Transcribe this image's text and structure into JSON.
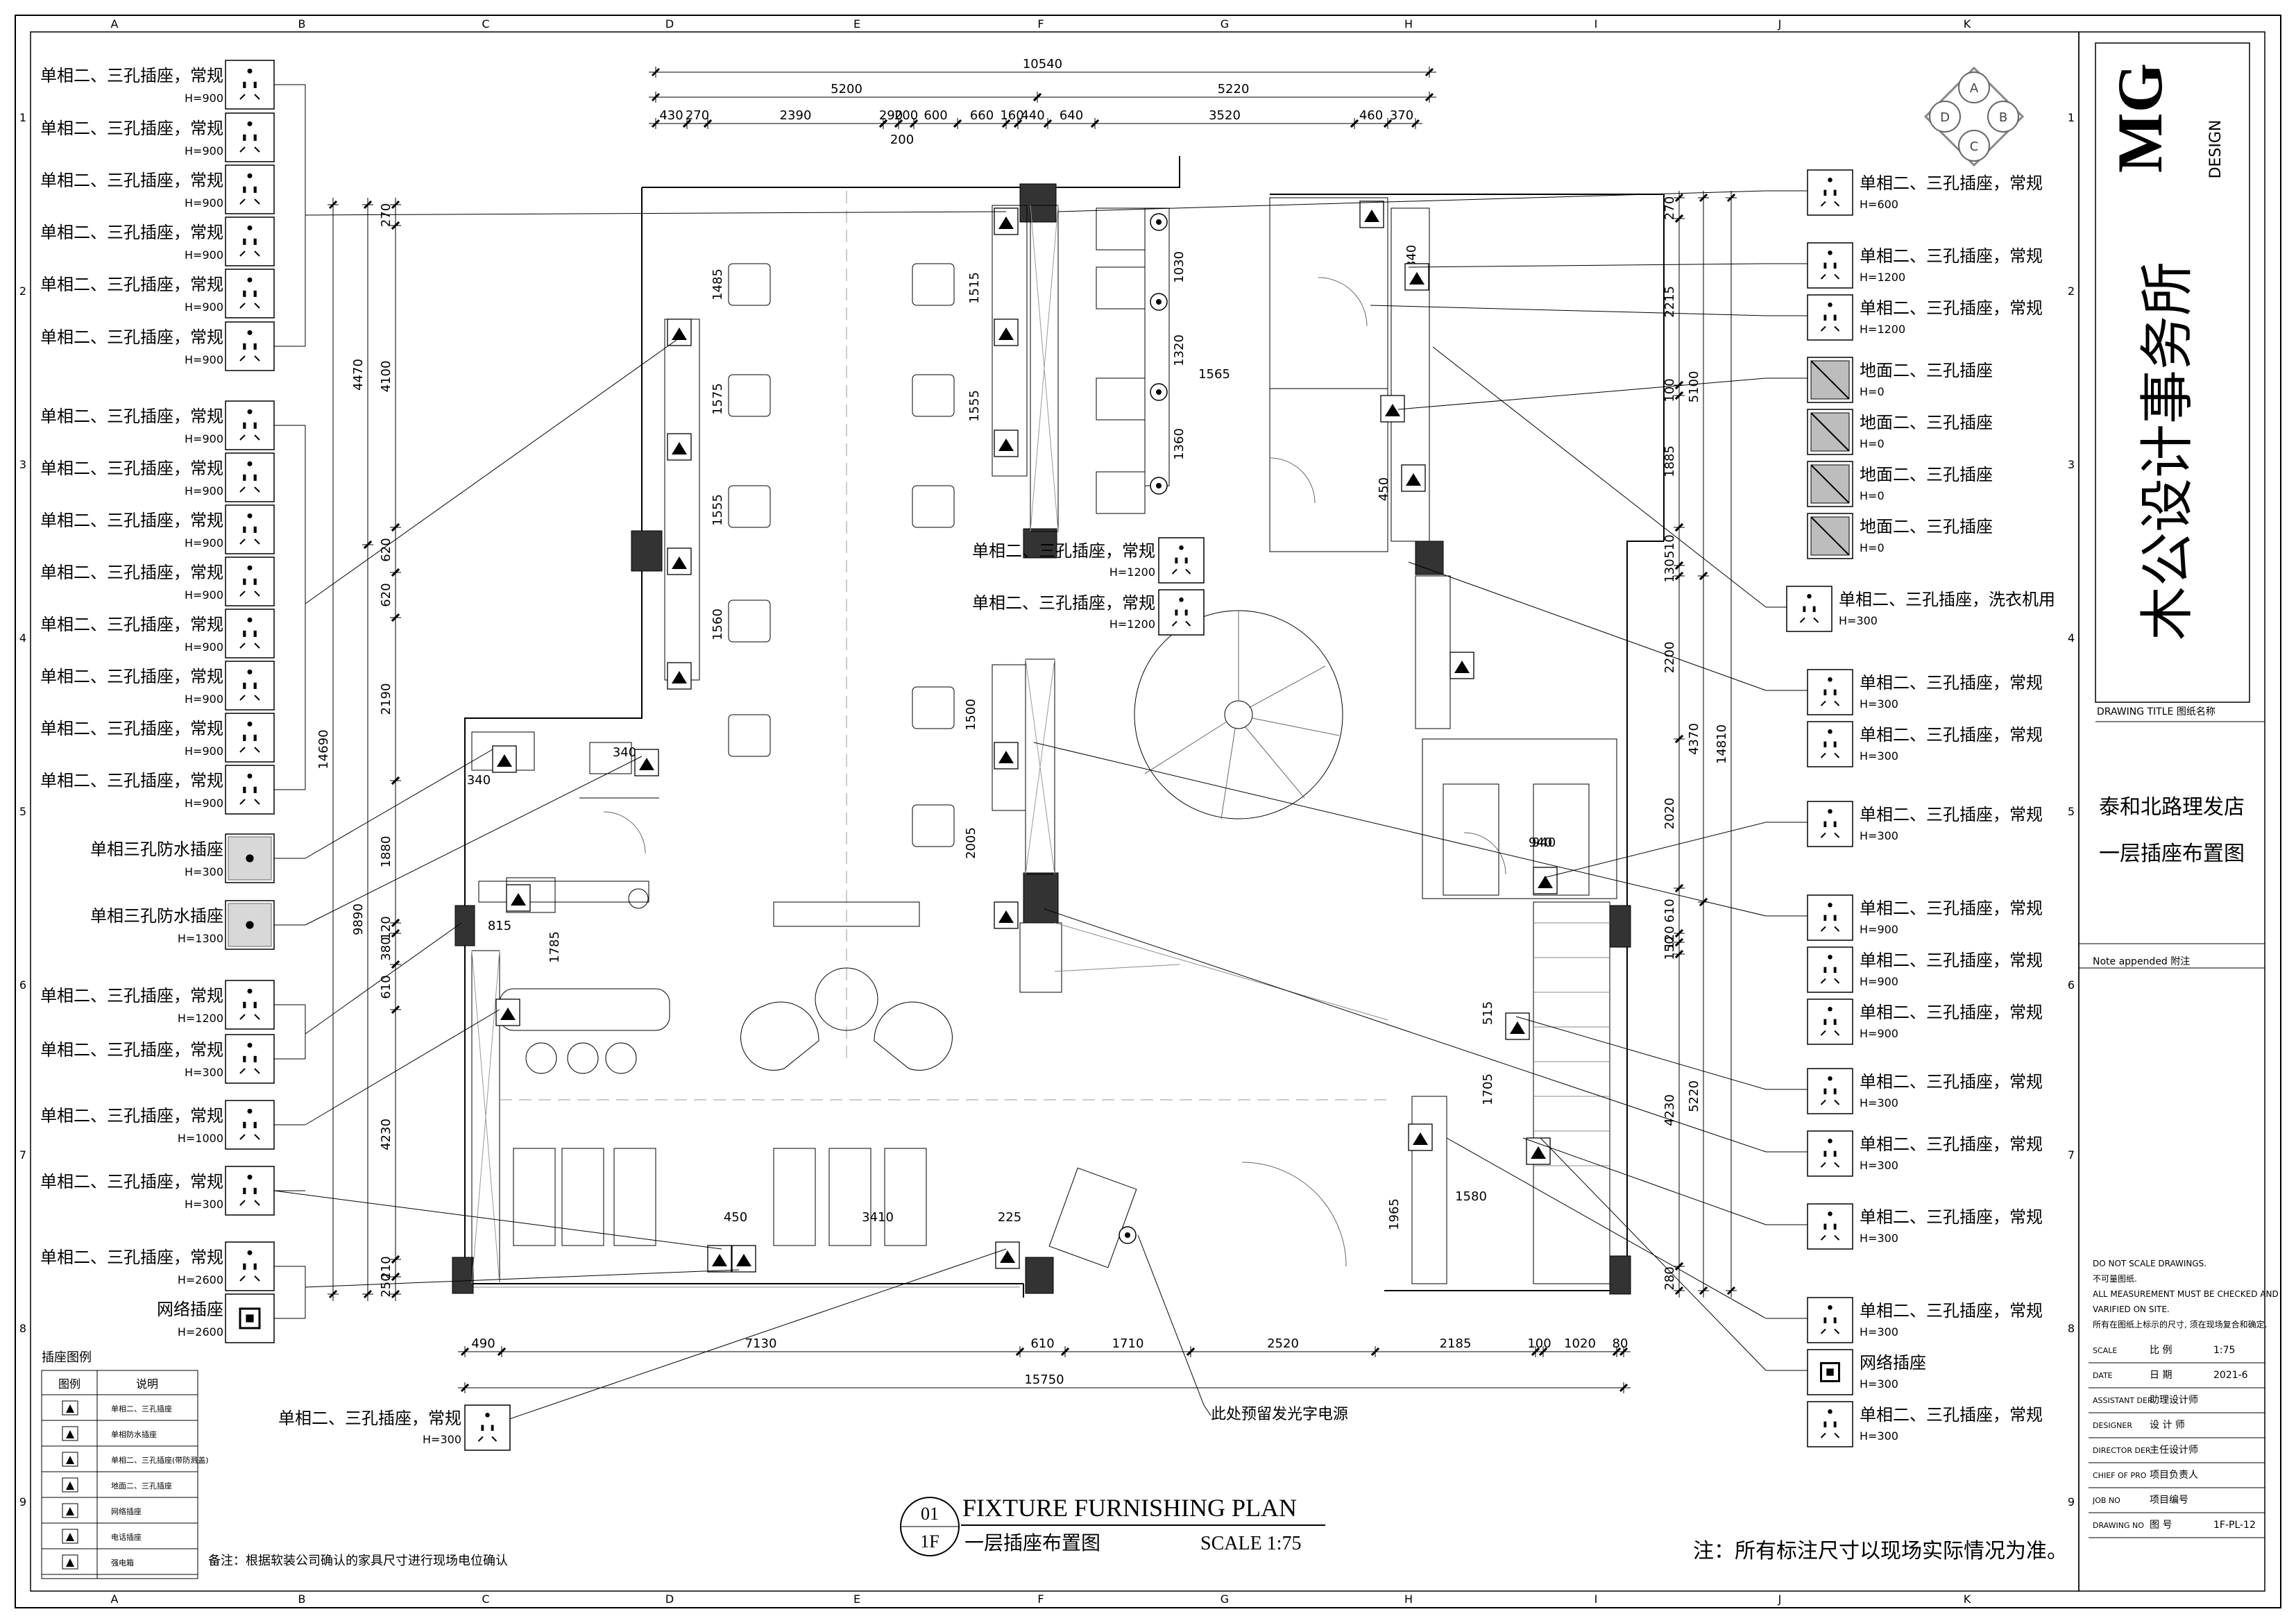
{
  "grid": {
    "cols": [
      "A",
      "B",
      "C",
      "D",
      "E",
      "F",
      "G",
      "H",
      "I",
      "J",
      "K"
    ],
    "rows": [
      "1",
      "2",
      "3",
      "4",
      "5",
      "6",
      "7",
      "8",
      "9"
    ]
  },
  "logo": {
    "letters": [
      "A",
      "B",
      "C",
      "D"
    ]
  },
  "title_block": {
    "brand_mark": "MG",
    "brand_sub": "DESIGN",
    "firm_name": "木公设计事务所",
    "drawing_title_label": "DRAWING TITLE  图纸名称",
    "project_name": "泰和北路理发店",
    "drawing_name": "一层插座布置图",
    "note_label": "Note appended 附注",
    "disclaimer": [
      "DO NOT SCALE DRAWINGS.",
      "不可量图纸.",
      "ALL MEASUREMENT MUST BE CHECKED AND",
      "VARIFIED ON SITE.",
      "所有在图纸上标示的尺寸, 须在现场复合和确定."
    ],
    "rows": [
      {
        "label_en": "SCALE",
        "label_cn": "比  例",
        "value": "1:75"
      },
      {
        "label_en": "DATE",
        "label_cn": "日  期",
        "value": "2021-6"
      },
      {
        "label_en": "ASSISTANT DER",
        "label_cn": "助理设计师",
        "value": ""
      },
      {
        "label_en": "DESIGNER",
        "label_cn": "设 计 师",
        "value": ""
      },
      {
        "label_en": "DIRECTOR DER",
        "label_cn": "主任设计师",
        "value": ""
      },
      {
        "label_en": "CHIEF OF PRO",
        "label_cn": "项目负责人",
        "value": ""
      },
      {
        "label_en": "JOB NO",
        "label_cn": "项目编号",
        "value": ""
      },
      {
        "label_en": "DRAWING NO",
        "label_cn": "图  号",
        "value": "1F-PL-12"
      }
    ]
  },
  "plan": {
    "title_en": "FIXTURE FURNISHING PLAN",
    "title_cn": "一层插座布置图",
    "scale": "SCALE 1:75",
    "number": "01",
    "floor": "1F",
    "note_bottom": "注：所有标注尺寸以现场实际情况为准。",
    "remark": "备注：根据软装公司确认的家具尺寸进行现场电位确认",
    "power_note": "此处预留发光字电源"
  },
  "dims": {
    "top_total": "10540",
    "top_sub": [
      "5200",
      "5220"
    ],
    "top_detail": [
      "430",
      "270",
      "2390",
      "290",
      "200",
      "600",
      "660",
      "160",
      "440",
      "640",
      "3520",
      "460",
      "370",
      "200"
    ],
    "bottom_total": "15750",
    "bottom_detail": [
      "490",
      "7130",
      "610",
      "1710",
      "2520",
      "2185",
      "100",
      "1020",
      "80"
    ],
    "left_total": "14690",
    "left_sub": [
      "4470",
      "9890"
    ],
    "left_detail": [
      "270",
      "4100",
      "620",
      "620",
      "2190",
      "1880",
      "120",
      "380",
      "610",
      "4230",
      "210",
      "250"
    ],
    "right_total": "14810",
    "right_sub": [
      "5100",
      "4370",
      "5220"
    ],
    "right_detail": [
      "270",
      "2215",
      "100",
      "1885",
      "510",
      "130",
      "2200",
      "2020",
      "610",
      "120",
      "150",
      "4230",
      "280"
    ],
    "interior": [
      "1485",
      "1575",
      "1555",
      "1560",
      "1515",
      "1555",
      "1030",
      "1320",
      "1360",
      "1565",
      "1500",
      "2005",
      "340",
      "340",
      "940",
      "815",
      "1785",
      "515",
      "1705",
      "1580",
      "1965",
      "450",
      "3410",
      "225",
      "840",
      "450",
      "940"
    ]
  },
  "callouts_left": [
    {
      "label": "单相二、三孔插座，常规",
      "h": "H=900",
      "icon": "socket"
    },
    {
      "label": "单相二、三孔插座，常规",
      "h": "H=900",
      "icon": "socket"
    },
    {
      "label": "单相二、三孔插座，常规",
      "h": "H=900",
      "icon": "socket"
    },
    {
      "label": "单相二、三孔插座，常规",
      "h": "H=900",
      "icon": "socket"
    },
    {
      "label": "单相二、三孔插座，常规",
      "h": "H=900",
      "icon": "socket"
    },
    {
      "label": "单相二、三孔插座，常规",
      "h": "H=900",
      "icon": "socket"
    },
    {
      "label": "单相二、三孔插座，常规",
      "h": "H=900",
      "icon": "socket"
    },
    {
      "label": "单相二、三孔插座，常规",
      "h": "H=900",
      "icon": "socket"
    },
    {
      "label": "单相二、三孔插座，常规",
      "h": "H=900",
      "icon": "socket"
    },
    {
      "label": "单相二、三孔插座，常规",
      "h": "H=900",
      "icon": "socket"
    },
    {
      "label": "单相二、三孔插座，常规",
      "h": "H=900",
      "icon": "socket"
    },
    {
      "label": "单相二、三孔插座，常规",
      "h": "H=900",
      "icon": "socket"
    },
    {
      "label": "单相二、三孔插座，常规",
      "h": "H=900",
      "icon": "socket"
    },
    {
      "label": "单相二、三孔插座，常规",
      "h": "H=900",
      "icon": "socket"
    },
    {
      "label": "单相三孔防水插座",
      "h": "H=300",
      "icon": "waterproof"
    },
    {
      "label": "单相三孔防水插座",
      "h": "H=1300",
      "icon": "waterproof"
    },
    {
      "label": "单相二、三孔插座，常规",
      "h": "H=1200",
      "icon": "socket"
    },
    {
      "label": "单相二、三孔插座，常规",
      "h": "H=300",
      "icon": "socket"
    },
    {
      "label": "单相二、三孔插座，常规",
      "h": "H=1000",
      "icon": "socket"
    },
    {
      "label": "单相二、三孔插座，常规",
      "h": "H=300",
      "icon": "socket"
    },
    {
      "label": "单相二、三孔插座，常规",
      "h": "H=2600",
      "icon": "socket"
    },
    {
      "label": "网络插座",
      "h": "H=2600",
      "icon": "network"
    }
  ],
  "callouts_right": [
    {
      "label": "单相二、三孔插座，常规",
      "h": "H=600",
      "icon": "socket"
    },
    {
      "label": "单相二、三孔插座，常规",
      "h": "H=1200",
      "icon": "socket"
    },
    {
      "label": "单相二、三孔插座，常规",
      "h": "H=1200",
      "icon": "socket"
    },
    {
      "label": "地面二、三孔插座",
      "h": "H=0",
      "icon": "floor"
    },
    {
      "label": "地面二、三孔插座",
      "h": "H=0",
      "icon": "floor"
    },
    {
      "label": "地面二、三孔插座",
      "h": "H=0",
      "icon": "floor"
    },
    {
      "label": "地面二、三孔插座",
      "h": "H=0",
      "icon": "floor"
    },
    {
      "label": "单相二、三孔插座，洗衣机用",
      "h": "H=300",
      "icon": "socket"
    },
    {
      "label": "单相二、三孔插座，常规",
      "h": "H=300",
      "icon": "socket"
    },
    {
      "label": "单相二、三孔插座，常规",
      "h": "H=300",
      "icon": "socket"
    },
    {
      "label": "单相二、三孔插座，常规",
      "h": "H=300",
      "icon": "socket"
    },
    {
      "label": "单相二、三孔插座，常规",
      "h": "H=900",
      "icon": "socket"
    },
    {
      "label": "单相二、三孔插座，常规",
      "h": "H=900",
      "icon": "socket"
    },
    {
      "label": "单相二、三孔插座，常规",
      "h": "H=900",
      "icon": "socket"
    },
    {
      "label": "单相二、三孔插座，常规",
      "h": "H=300",
      "icon": "socket"
    },
    {
      "label": "单相二、三孔插座，常规",
      "h": "H=300",
      "icon": "socket"
    },
    {
      "label": "单相二、三孔插座，常规",
      "h": "H=300",
      "icon": "socket"
    },
    {
      "label": "单相二、三孔插座，常规",
      "h": "H=300",
      "icon": "socket"
    },
    {
      "label": "网络插座",
      "h": "H=300",
      "icon": "network"
    },
    {
      "label": "单相二、三孔插座，常规",
      "h": "H=300",
      "icon": "socket"
    }
  ],
  "callouts_center": [
    {
      "label": "单相二、三孔插座，常规",
      "h": "H=1200",
      "icon": "socket"
    },
    {
      "label": "单相二、三孔插座，常规",
      "h": "H=1200",
      "icon": "socket"
    },
    {
      "label": "单相二、三孔插座，常规",
      "h": "H=300",
      "icon": "socket"
    }
  ],
  "legend": {
    "title": "插座图例",
    "col1": "图例",
    "col2": "说明",
    "items": [
      "单相二、三孔插座",
      "单相防水插座",
      "单相二、三孔插座(带防溅盖)",
      "地面二、三孔插座",
      "网络插座",
      "电话插座",
      "强电箱"
    ]
  }
}
